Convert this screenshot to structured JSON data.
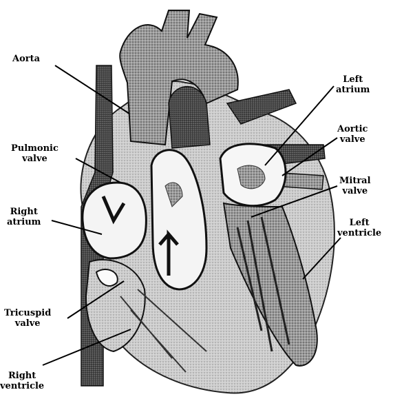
{
  "labels": {
    "aorta": {
      "line1": "Aorta",
      "line2": ""
    },
    "pulmonic_valve": {
      "line1": "Pulmonic",
      "line2": "valve"
    },
    "right_atrium": {
      "line1": "Right",
      "line2": "atrium"
    },
    "tricuspid_valve": {
      "line1": "Tricuspid",
      "line2": "valve"
    },
    "right_ventricle": {
      "line1": "Right",
      "line2": "ventricle"
    },
    "left_atrium": {
      "line1": "Left",
      "line2": "atrium"
    },
    "aortic_valve": {
      "line1": "Aortic",
      "line2": "valve"
    },
    "mitral_valve": {
      "line1": "Mitral",
      "line2": "valve"
    },
    "left_ventricle": {
      "line1": "Left",
      "line2": "ventricle"
    }
  }
}
